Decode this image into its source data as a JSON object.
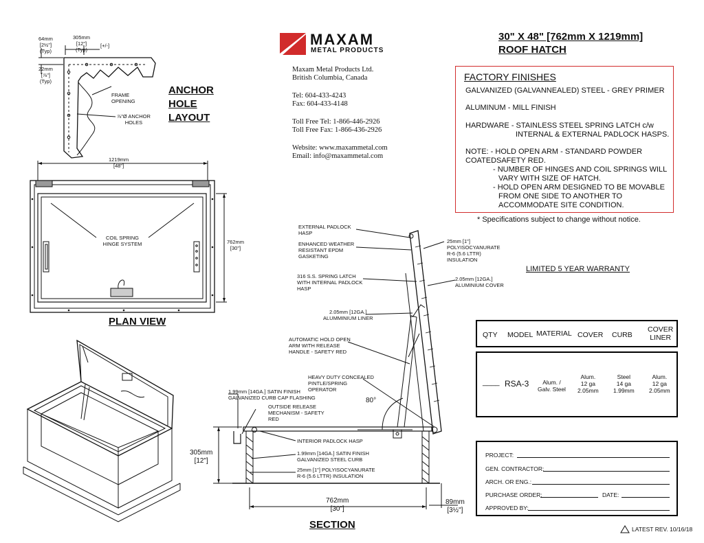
{
  "logo": {
    "brand": "MAXAM",
    "sub": "METAL PRODUCTS"
  },
  "contact": {
    "company": "Maxam Metal Products Ltd.",
    "location": "British Columbia, Canada",
    "tel": "Tel:  604-433-4243",
    "fax": "Fax: 604-433-4148",
    "tollfree_tel": "Toll Free Tel: 1-866-446-2926",
    "tollfree_fax": "Toll Free Fax: 1-866-436-2926",
    "website": "Website: www.maxammetal.com",
    "email": "Email:    info@maxammetal.com"
  },
  "title": {
    "line1": "30\" X 48\" [762mm X 1219mm]",
    "line2": "ROOF HATCH"
  },
  "finishes": {
    "heading": "FACTORY FINISHES",
    "lines": [
      "GALVANIZED (GALVANNEALED) STEEL - GREY PRIMER",
      "ALUMINUM - MILL FINISH",
      "HARDWARE - STAINLESS STEEL SPRING LATCH c/w",
      "INTERNAL & EXTERNAL PADLOCK HASPS.",
      "NOTE:  - HOLD OPEN ARM - STANDARD POWDER COATED",
      "SAFETY RED.",
      "- NUMBER OF HINGES AND COIL SPRINGS WILL",
      "VARY WITH SIZE OF HATCH.",
      "- HOLD OPEN ARM DESIGNED TO BE MOVABLE",
      "FROM ONE SIDE TO ANOTHER TO",
      "ACCOMMODATE SITE CONDITION."
    ],
    "disclaimer": "* Specifications subject to change without notice."
  },
  "warranty": "LIMITED 5 YEAR WARRANTY",
  "anchor": {
    "title1": "ANCHOR",
    "title2": "HOLE",
    "title3": "LAYOUT",
    "dim_top": "305mm",
    "dim_top2": "[12\"]",
    "dim_top3": "(Typ)",
    "dim_pm": "[+/-]",
    "dim_left1": "64mm",
    "dim_left2": "[2½\"]",
    "dim_left3": "(Typ)",
    "dim_left4": "22mm",
    "dim_left5": "[⅞\"]",
    "dim_left6": "(Typ)",
    "frame1": "FRAME",
    "frame2": "OPENING",
    "holes1": "⅞\"Ø ANCHOR",
    "holes2": "HOLES"
  },
  "plan": {
    "title": "PLAN VIEW",
    "width1": "1219mm",
    "width2": "[48\"]",
    "height1": "762mm",
    "height2": "[30\"]",
    "coil1": "COIL SPRING",
    "coil2": "HINGE SYSTEM"
  },
  "section": {
    "title": "SECTION",
    "labels": {
      "ext_hasp1": "EXTERNAL PADLOCK",
      "ext_hasp2": "HASP",
      "gasket1": "ENHANCED WEATHER",
      "gasket2": "RESISTANT EPDM",
      "gasket3": "GASKETING",
      "latch1": "316 S.S. SPRING LATCH",
      "latch2": "WITH INTERNAL PADLOCK",
      "latch3": "HASP",
      "liner1": "2.05mm [12GA.]",
      "liner2": "ALUMMINIUM LINER",
      "arm1": "AUTOMATIC HOLD OPEN",
      "arm2": "ARM WITH RELEASE",
      "arm3": "HANDLE - SAFETY RED",
      "pintle1": "HEAVY DUTY CONCEALED",
      "pintle2": "PINTLE/SPRING",
      "pintle3": "OPERATOR",
      "flash1": "1.99mm [14GA.] SATIN FINISH",
      "flash2": "GALVANIZED CURB CAP FLASHING",
      "release1": "OUTSIDE RELEASE",
      "release2": "MECHANISM - SAFETY",
      "release3": "RED",
      "int_hasp": "INTERIOR PADLOCK HASP",
      "curb1": "1.99mm [14GA.] SATIN FINISH",
      "curb2": "GALVANIZED STEEL CURB",
      "ins1": "25mm [1\"] POLYISOCYANURATE",
      "ins2": "R-6 (5.6 LTTR) INSULATION",
      "cins1": "25mm [1\"]",
      "cins2": "POLYISOCYANURATE",
      "cins3": "R-6 (5.6 LTTR)",
      "cins4": "INSULATION",
      "cover1": "2.05mm [12GA.]",
      "cover2": "ALUMINIUM COVER",
      "angle": "80°",
      "h1": "305mm",
      "h2": "[12\"]",
      "w1": "762mm",
      "w2": "[30\"]",
      "f1": "89mm",
      "f2": "[3½\"]"
    }
  },
  "spec_table": {
    "headers": [
      "QTY",
      "MODEL",
      "MATERIAL",
      "COVER",
      "CURB",
      "COVER\nLINER"
    ],
    "row": {
      "qty": "____",
      "model": "RSA-3",
      "material": "Alum. /\nGalv. Steel",
      "cover": "Alum.\n12 ga\n2.05mm",
      "curb": "Steel\n14 ga\n1.99mm",
      "liner": "Alum.\n12 ga\n2.05mm"
    }
  },
  "form": {
    "project": "PROJECT:",
    "contractor": "GEN. CONTRACTOR:",
    "arch": "ARCH. OR ENG.:",
    "po": "PURCHASE ORDER:",
    "date": "DATE:",
    "approved": "APPROVED BY:"
  },
  "revision": "LATEST REV. 10/16/18",
  "colors": {
    "logo_red": "#d12b2b",
    "box_red": "#d12b2b",
    "line": "#111111"
  }
}
